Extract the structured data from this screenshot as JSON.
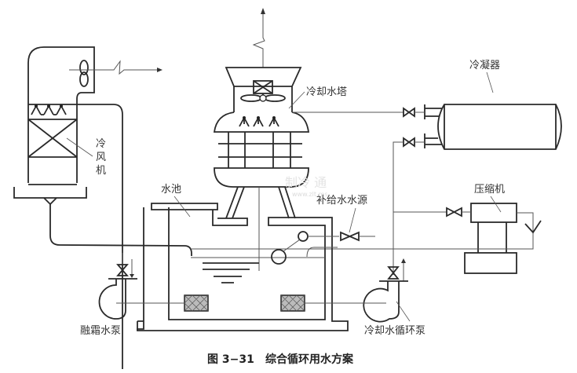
{
  "labels": {
    "air_cooler": [
      "冷",
      "风",
      "机"
    ],
    "cooling_tower": "冷却水塔",
    "condenser": "冷凝器",
    "pool": "水池",
    "makeup_water": "补给水水源",
    "compressor": "压缩机",
    "defrost_pump": "融霜水泵",
    "cooling_pump": "冷却水循环泵"
  },
  "caption": {
    "figure_no": "图 3−31",
    "title": "综合循环用水方案"
  },
  "watermark": {
    "main": "制冷 通",
    "sub": "www.zlt.ms"
  }
}
